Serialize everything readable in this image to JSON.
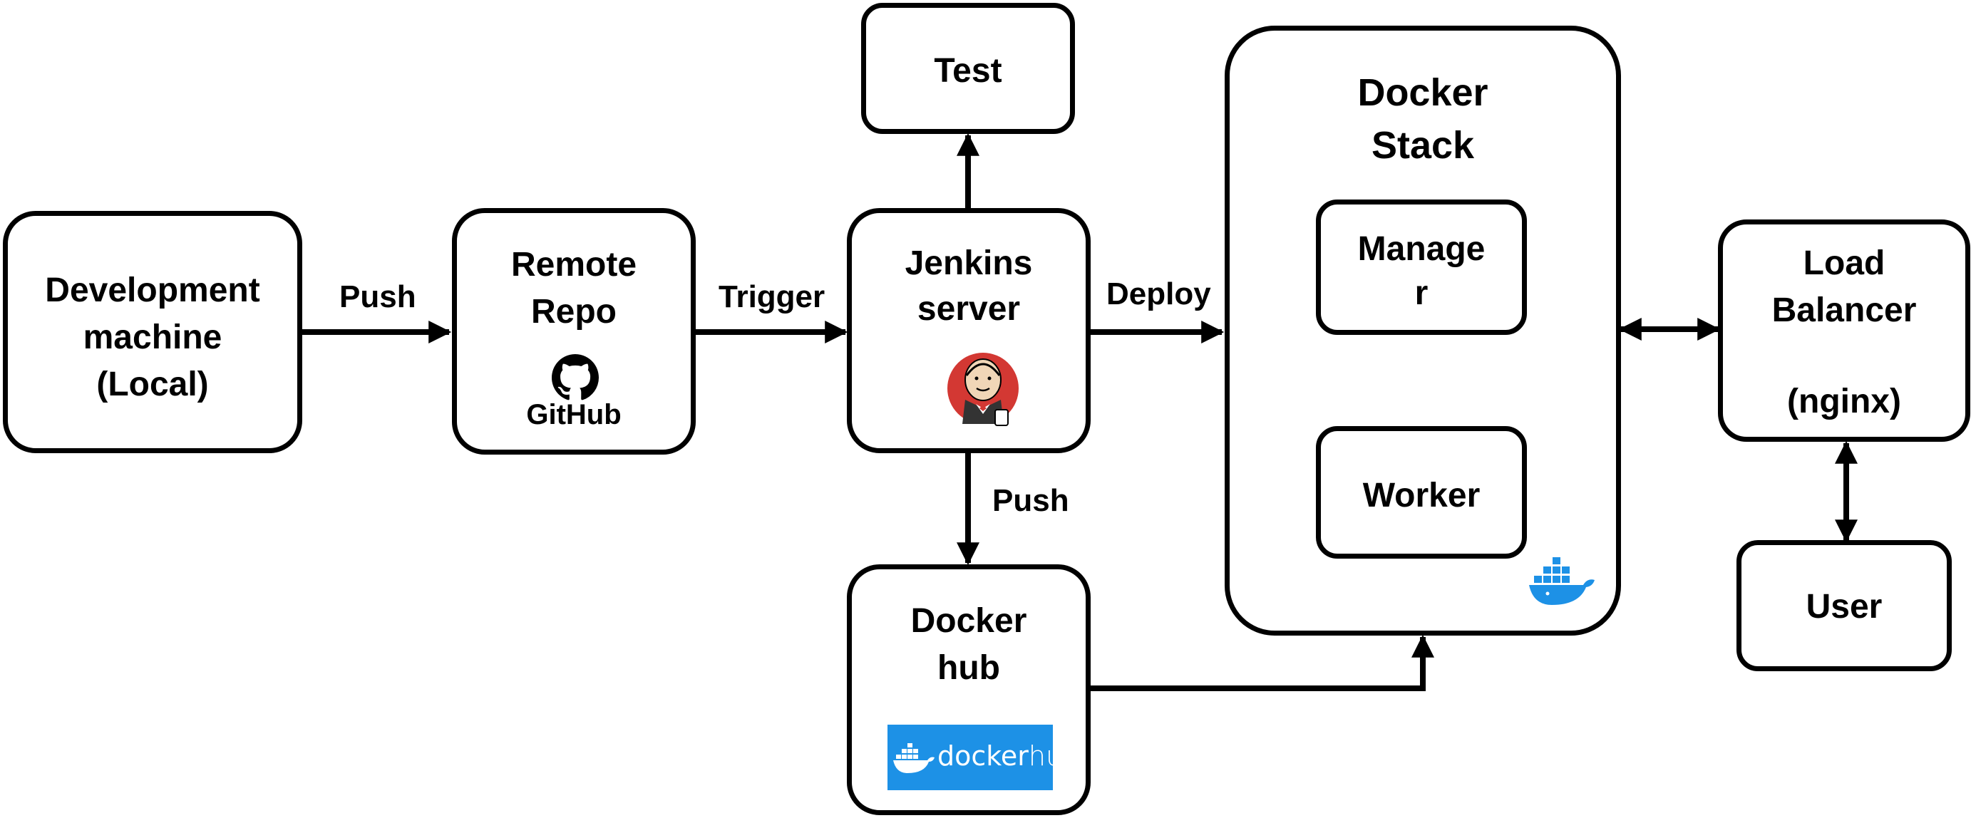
{
  "nodes": {
    "dev": {
      "line1": "Development",
      "line2": "machine",
      "line3": "(Local)"
    },
    "repo": {
      "line1": "Remote",
      "line2": "Repo",
      "logo": "GitHub",
      "icon": "github-octocat-icon"
    },
    "jenkins": {
      "line1": "Jenkins",
      "line2": "server",
      "icon": "jenkins-butler-icon"
    },
    "test": {
      "label": "Test"
    },
    "dockerhub": {
      "line1": "Docker",
      "line2": "hub",
      "logo_a": "docker",
      "logo_b": "hub",
      "logo_color": "#1d91e6",
      "icon": "docker-whale-icon"
    },
    "stack": {
      "line1": "Docker",
      "line2": "Stack",
      "icon": "docker-whale-icon"
    },
    "manager": {
      "line1": "Manage",
      "line2": "r"
    },
    "worker": {
      "label": "Worker"
    },
    "lb": {
      "line1": "Load",
      "line2": "Balancer",
      "line3": "(nginx)"
    },
    "user": {
      "label": "User"
    }
  },
  "edges": {
    "push1": "Push",
    "trigger": "Trigger",
    "deploy": "Deploy",
    "push2": "Push"
  },
  "colors": {
    "stroke": "#000000",
    "docker_blue": "#1d91e6",
    "jenkins_red": "#d33833"
  }
}
